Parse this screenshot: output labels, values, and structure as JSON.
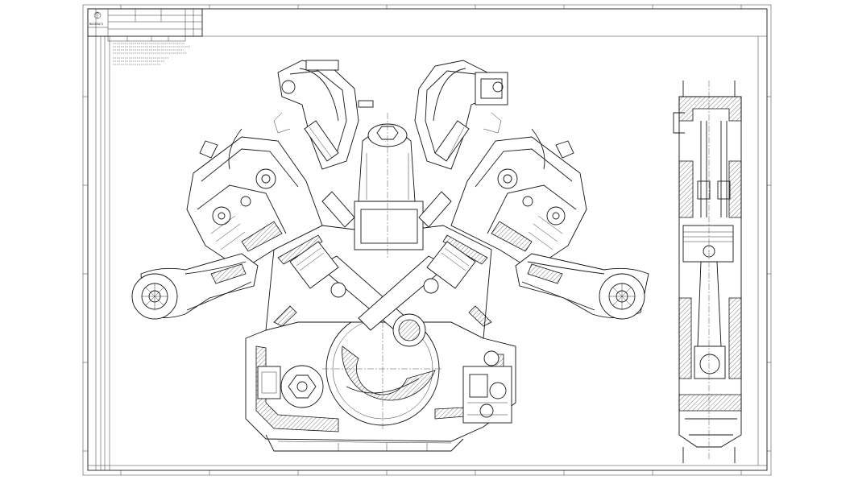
{
  "title_block": {
    "brand": "MASERATI",
    "subtitle": "",
    "drawing_title": "",
    "notes": []
  },
  "colors": {
    "paper": "#ffffff",
    "ink": "#1a1a1a",
    "border": "#444444"
  },
  "views": [
    {
      "name": "front-section-view"
    },
    {
      "name": "side-section-view"
    }
  ]
}
